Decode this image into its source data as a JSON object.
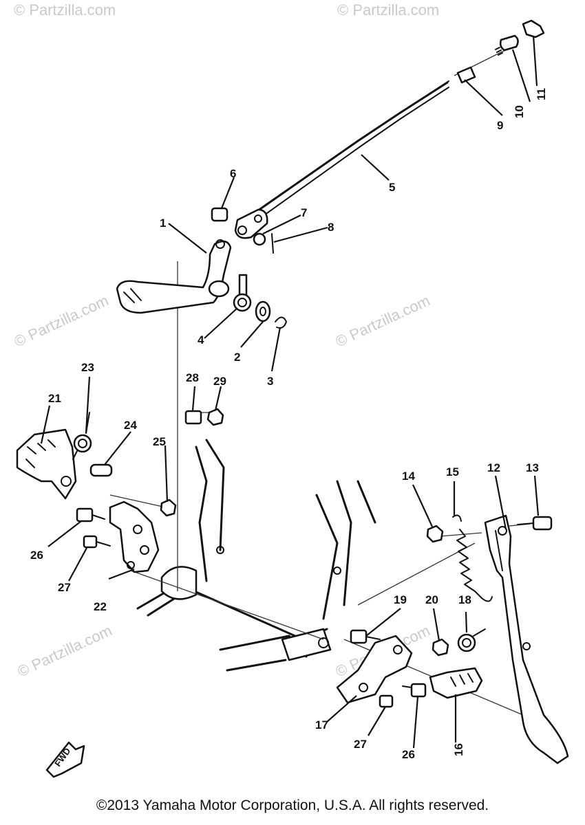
{
  "watermark": "© Partzilla.com",
  "copyright": "©2013 Yamaha Motor Corporation, U.S.A. All rights reserved.",
  "fwd_label": "FWD",
  "callouts": {
    "c1": "1",
    "c2": "2",
    "c3": "3",
    "c4": "4",
    "c5": "5",
    "c6": "6",
    "c7": "7",
    "c8": "8",
    "c9": "9",
    "c10": "10",
    "c11": "11",
    "c12": "12",
    "c13": "13",
    "c14": "14",
    "c15": "15",
    "c16": "16",
    "c17": "17",
    "c18": "18",
    "c19": "19",
    "c20": "20",
    "c21": "21",
    "c22": "22",
    "c23": "23",
    "c24": "24",
    "c25": "25",
    "c26a": "26",
    "c26b": "26",
    "c27a": "27",
    "c27b": "27",
    "c28": "28",
    "c29": "29"
  }
}
